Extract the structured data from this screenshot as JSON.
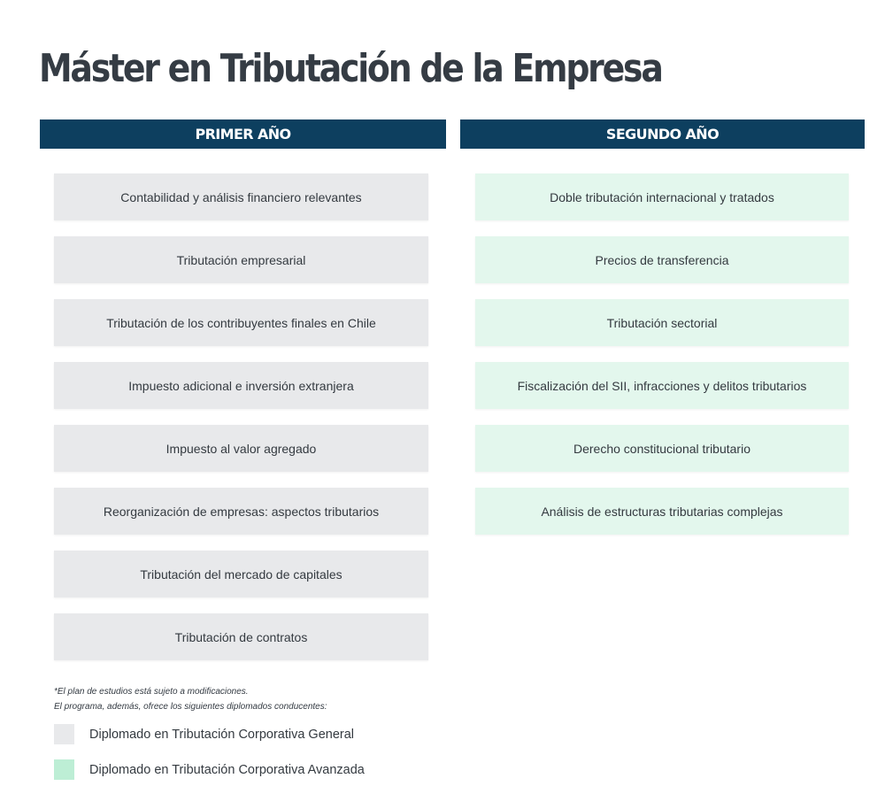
{
  "title": "Máster en Tributación de la Empresa",
  "columns": [
    {
      "header": "PRIMER AÑO",
      "courses": [
        "Contabilidad y análisis financiero relevantes",
        "Tributación empresarial",
        "Tributación de los contribuyentes finales en Chile",
        "Impuesto adicional e inversión extranjera",
        "Impuesto al valor agregado",
        "Reorganización de empresas: aspectos tributarios",
        "Tributación del mercado de capitales",
        "Tributación de contratos"
      ]
    },
    {
      "header": "SEGUNDO AÑO",
      "courses": [
        "Doble tributación internacional y tratados",
        "Precios de transferencia",
        "Tributación sectorial",
        "Fiscalización del SII, infracciones y delitos tributarios",
        "Derecho constitucional tributario",
        "Análisis de estructuras tributarias complejas"
      ]
    }
  ],
  "notes": [
    "*El plan de estudios está sujeto a modificaciones.",
    "El programa, además, ofrece los siguientes diplomados conducentes:"
  ],
  "legend": [
    {
      "label": "Diplomado en Tributación Corporativa General",
      "color": "#e8e9eb"
    },
    {
      "label": "Diplomado en Tributación Corporativa Avanzada",
      "color": "#bdeed5"
    }
  ],
  "colors": {
    "header_bg": "#0d3f5f",
    "first_year_card": "#e8e9eb",
    "second_year_card": "#e3f7ed"
  }
}
